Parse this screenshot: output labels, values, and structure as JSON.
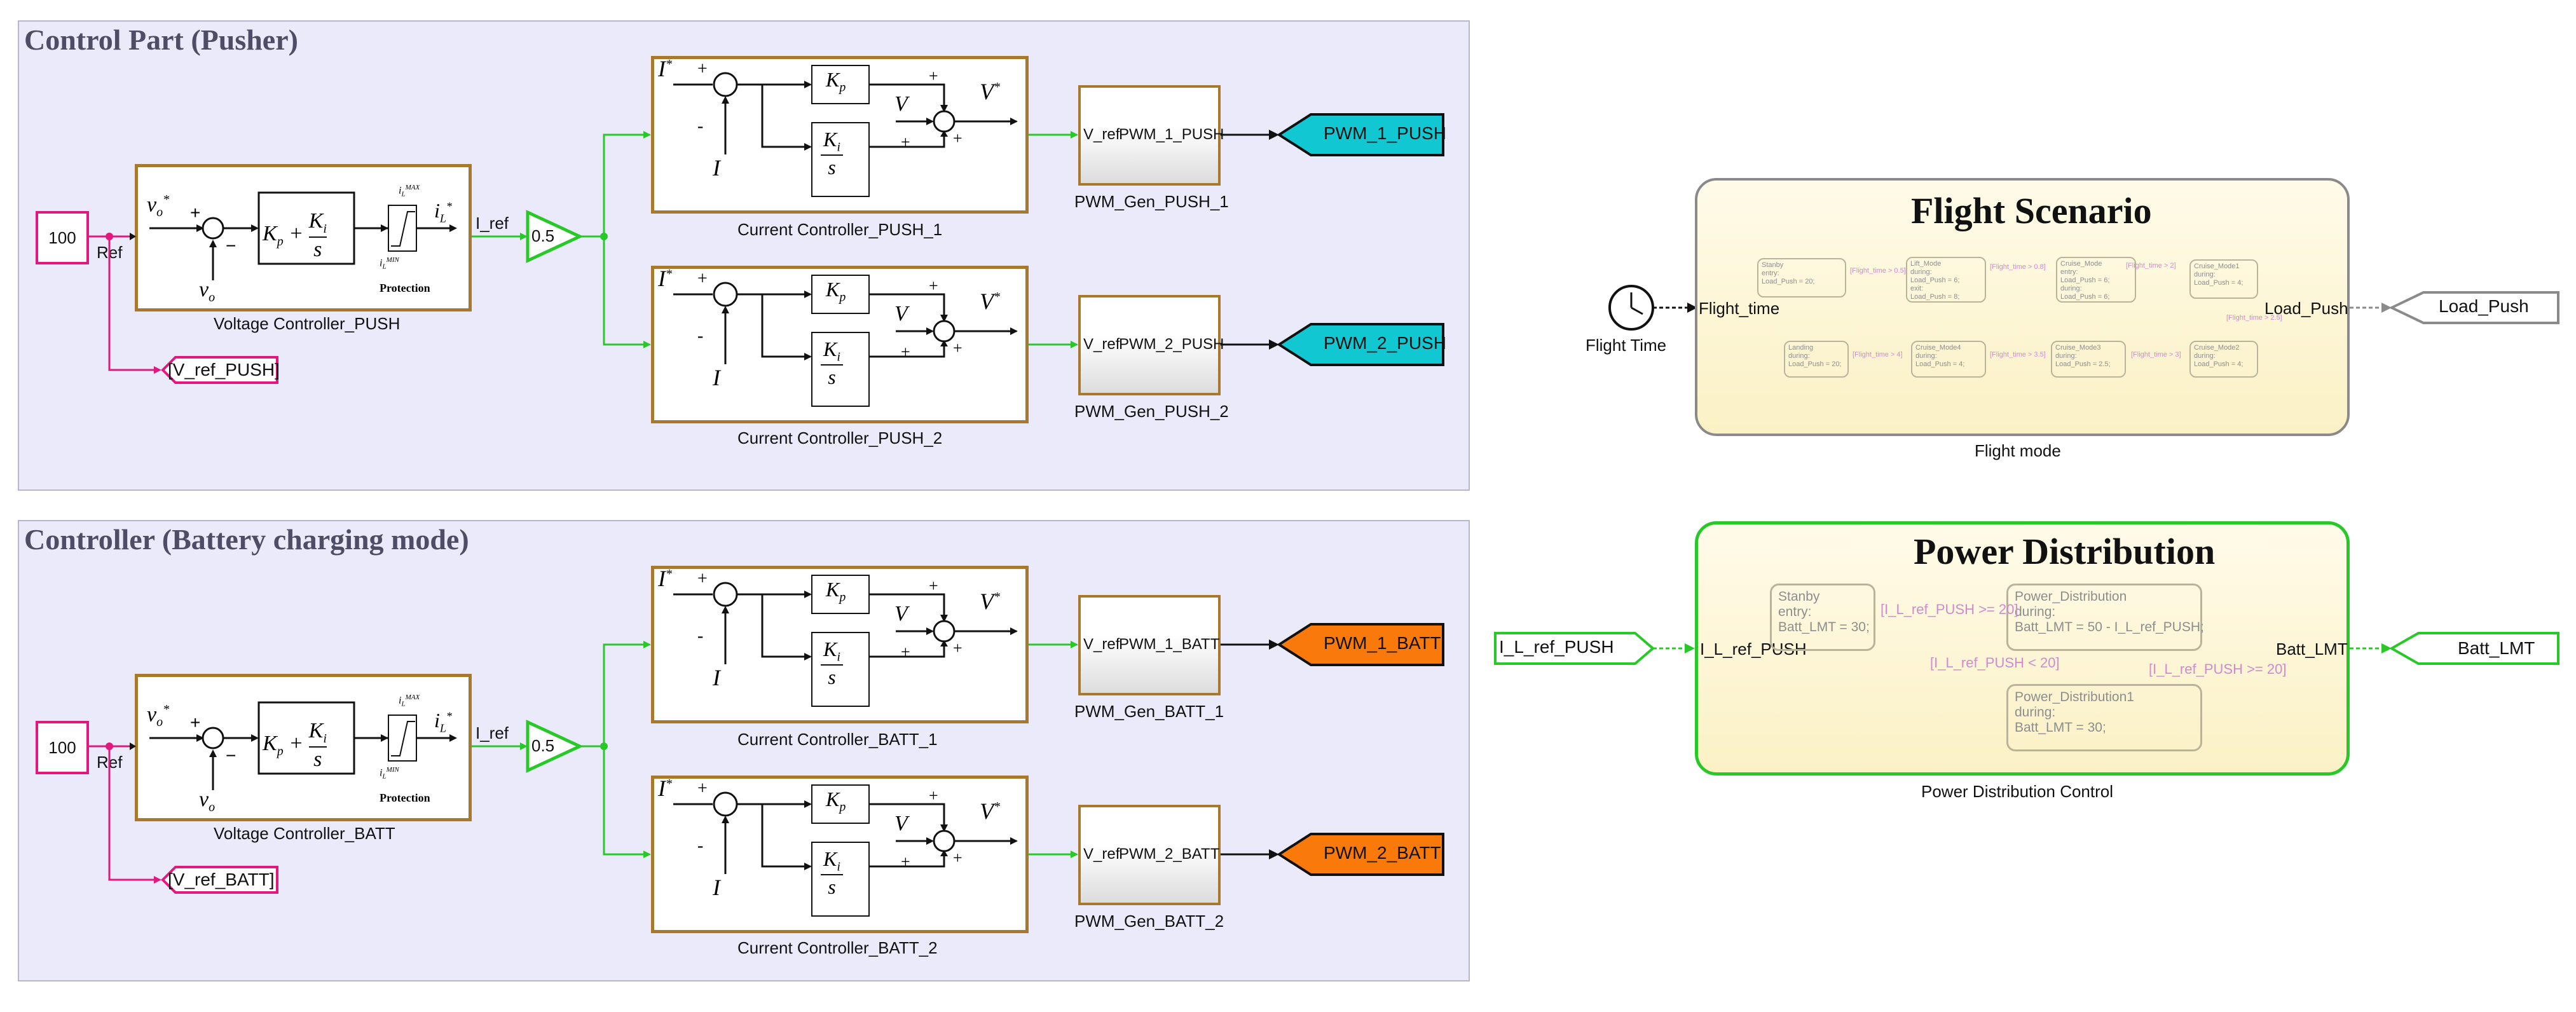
{
  "areas": {
    "control_part": "Control Part (Pusher)",
    "controller_batt": "Controller (Battery charging mode)"
  },
  "push": {
    "constant": "100",
    "ref_label": "Ref",
    "vc_name": "Voltage Controller_PUSH",
    "i_ref_label": "I_ref",
    "gain": "0.5",
    "vref_tag": "[V_ref_PUSH]",
    "cc1_name": "Current Controller_PUSH_1",
    "cc2_name": "Current Controller_PUSH_2",
    "pwm1_in": "V_ref",
    "pwm1_out": "PWM_1_PUSH",
    "pwm1_name": "PWM_Gen_PUSH_1",
    "pwm2_in": "V_ref",
    "pwm2_out": "PWM_2_PUSH",
    "pwm2_name": "PWM_Gen_PUSH_2",
    "goto1": "PWM_1_PUSH",
    "goto2": "PWM_2_PUSH"
  },
  "batt": {
    "constant": "100",
    "ref_label": "Ref",
    "vc_name": "Voltage Controller_BATT",
    "i_ref_label": "I_ref",
    "gain": "0.5",
    "vref_tag": "[V_ref_BATT]",
    "cc1_name": "Current Controller_BATT_1",
    "cc2_name": "Current Controller_BATT_2",
    "pwm1_in": "V_ref",
    "pwm1_out": "PWM_1_BATT",
    "pwm1_name": "PWM_Gen_BATT_1",
    "pwm2_in": "V_ref",
    "pwm2_out": "PWM_2_BATT",
    "pwm2_name": "PWM_Gen_BATT_2",
    "goto1": "PWM_1_BATT",
    "goto2": "PWM_2_BATT"
  },
  "vc_block": {
    "plus": "+",
    "minus": "−",
    "protection": "Protection"
  },
  "flight": {
    "title": "Flight Scenario",
    "clock_label": "Flight Time",
    "in_port": "Flight_time",
    "out_port": "Load_Push",
    "goto": "Load_Push",
    "name": "Flight mode",
    "states": [
      "Stanby\nentry:\nLoad_Push = 20;",
      "Lift_Mode\nduring:\nLoad_Push = 6;\nexit:\nLoad_Push = 8;",
      "Cruise_Mode\nentry:\nLoad_Push = 6;\nduring:\nLoad_Push = 6;",
      "Cruise_Mode1\nduring:\nLoad_Push = 4;",
      "Landing\nduring:\nLoad_Push = 20;",
      "Cruise_Mode4\nduring:\nLoad_Push = 4;",
      "Cruise_Mode3\nduring:\nLoad_Push = 2.5;",
      "Cruise_Mode2\nduring:\nLoad_Push = 4;"
    ],
    "transitions": [
      "[Flight_time > 0.5]",
      "[Flight_time > 0.8]",
      "[Flight_time > 2]",
      "[Flight_time > 2.5]",
      "[Flight_time > 3]",
      "[Flight_time > 3.5]",
      "[Flight_time > 4]"
    ]
  },
  "power": {
    "title": "Power Distribution",
    "in_tag": "I_L_ref_PUSH",
    "in_port": "I_L_ref_PUSH",
    "out_port": "Batt_LMT",
    "goto": "Batt_LMT",
    "name": "Power Distribution Control",
    "state1": "Stanby\nentry:\nBatt_LMT = 30;",
    "state2": "Power_Distribution\nduring:\nBatt_LMT = 50 - I_L_ref_PUSH;",
    "state3": "Power_Distribution1\nduring:\nBatt_LMT = 30;",
    "t1": "[I_L_ref_PUSH >= 20]",
    "t2": "[I_L_ref_PUSH < 20]",
    "t3": "[I_L_ref_PUSH >= 20]"
  },
  "colors": {
    "goto_push": "#11c8d2",
    "goto_batt": "#f97a0a",
    "wire_green": "#28c828",
    "magenta": "#e2187e",
    "subsystem_border": "#a8782c",
    "area_fill": "#ebeafb"
  }
}
